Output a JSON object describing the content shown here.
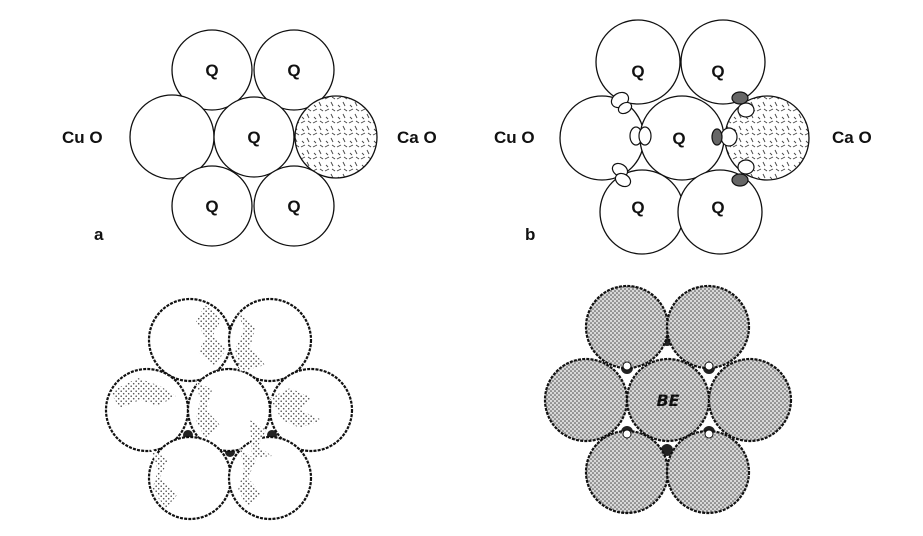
{
  "panel_a": {
    "panel_label": "a",
    "left_label": "Cu O",
    "right_label": "Ca O",
    "grain_label": "Q"
  },
  "panel_b": {
    "panel_label": "b",
    "left_label": "Cu O",
    "right_label": "Ca O",
    "grain_label": "Q"
  },
  "panel_d": {
    "center_label": "BE"
  },
  "colors": {
    "outline": "#111111",
    "stipple": "#555555",
    "dark_fill": "#666666"
  }
}
